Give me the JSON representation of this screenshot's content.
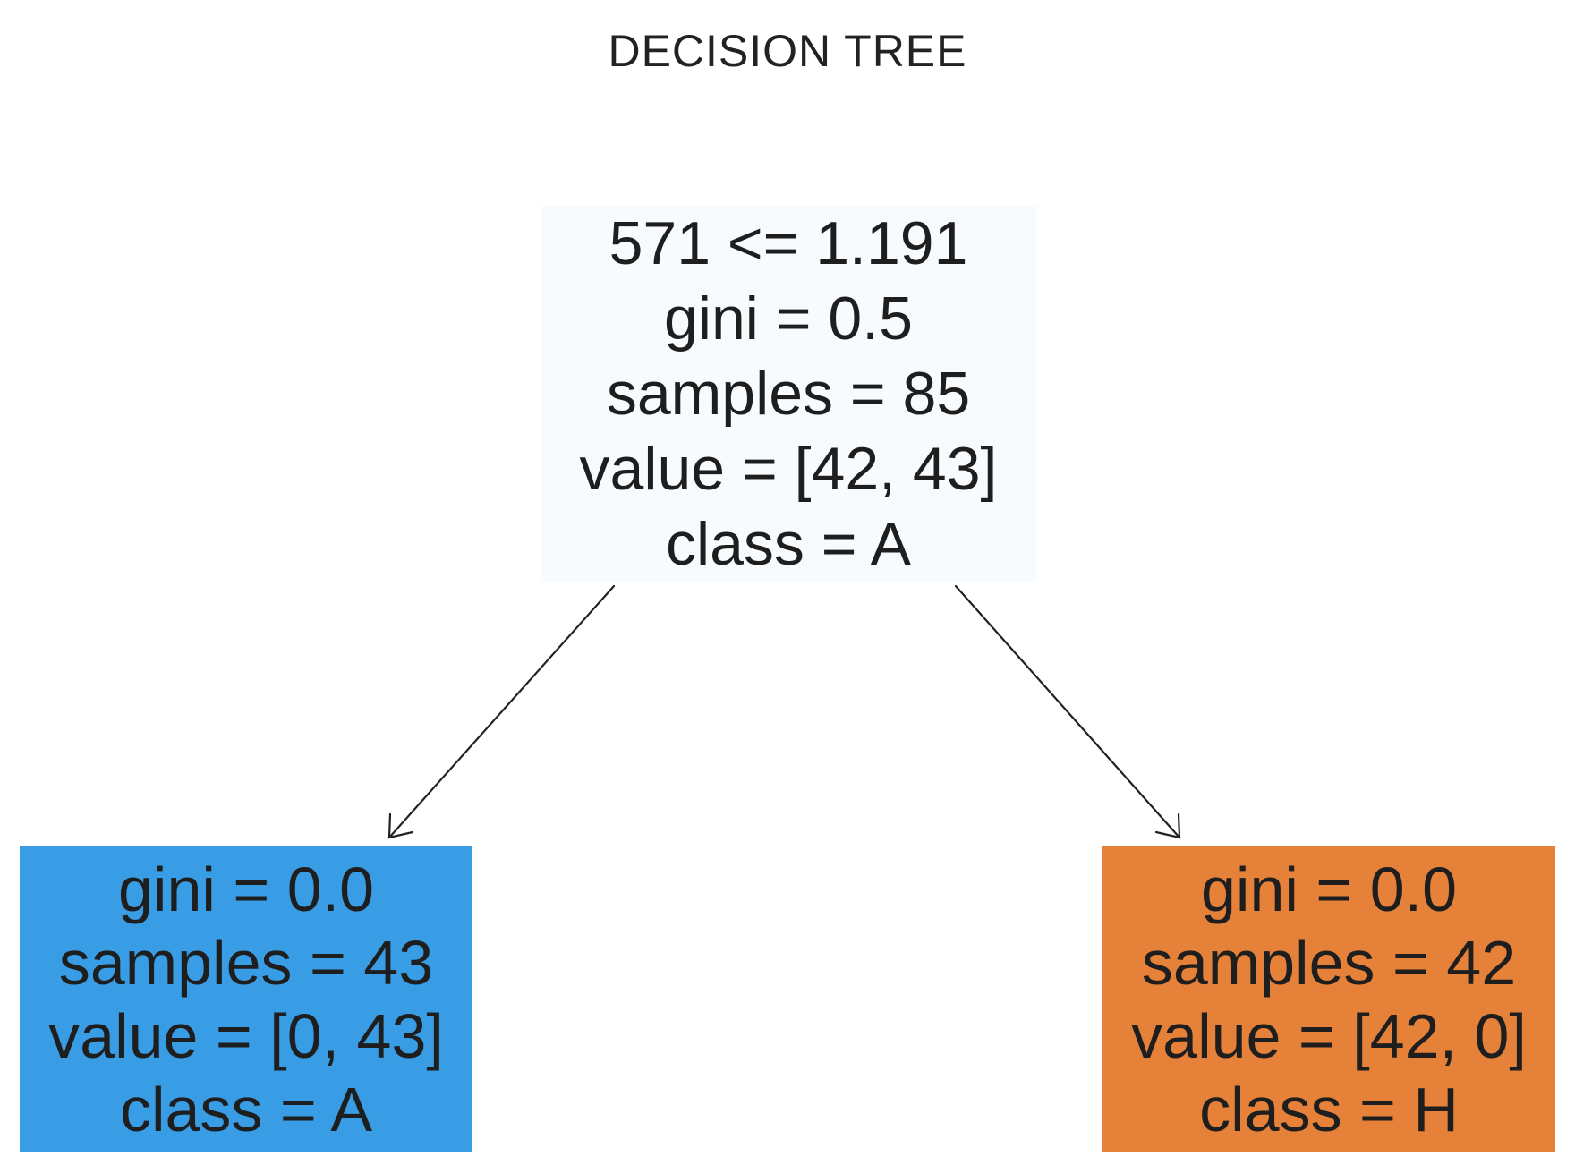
{
  "title": "DECISION TREE",
  "nodes": {
    "root": {
      "split": "571 <= 1.191",
      "gini": "gini = 0.5",
      "samples": "samples = 85",
      "value": "value = [42, 43]",
      "class": "class = A",
      "fill": "#f7fbfe"
    },
    "left": {
      "gini": "gini = 0.0",
      "samples": "samples = 43",
      "value": "value = [0, 43]",
      "class": "class = A",
      "fill": "#399de5"
    },
    "right": {
      "gini": "gini = 0.0",
      "samples": "samples = 42",
      "value": "value = [42, 0]",
      "class": "class = H",
      "fill": "#e58139"
    }
  },
  "edges": [
    {
      "from": "root",
      "to": "left"
    },
    {
      "from": "root",
      "to": "right"
    }
  ]
}
